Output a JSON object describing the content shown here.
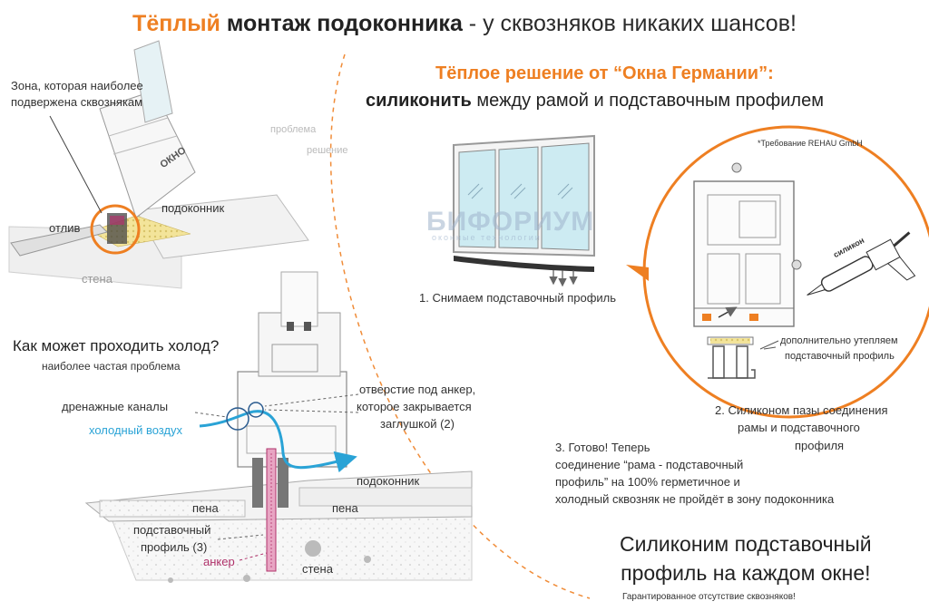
{
  "title": {
    "part1": "Тёплый",
    "part2": "монтаж подоконника",
    "part3": " - у сквозняков никаких шансов!"
  },
  "top_left": {
    "zone_label_line1": "Зона, которая наиболее",
    "zone_label_line2": "подвержена сквознякам",
    "window_label": "ОКНО",
    "sill_label": "подоконник",
    "drip_label": "отлив",
    "wall_label": "стена",
    "problem_label": "проблема",
    "solution_label": "решение"
  },
  "watermark": {
    "brand": "БИФОРИУМ",
    "sub": "оконные технологии"
  },
  "solution": {
    "heading": "Тёплое решение от “Окна Германии”:",
    "line_bold": "силиконить",
    "line_rest": " между рамой и подставочным профилем",
    "requirement": "*Требование REHAU GmbH",
    "step1": "1. Снимаем подставочный профиль",
    "step2_line1": "2. Силиконом пазы соединения",
    "step2_line2": "рамы и подставочного",
    "step2_line3": "профиля",
    "extra_line1": "дополнительно утепляем",
    "extra_line2": "подставочный профиль",
    "gun_label": "силикон",
    "step3_line1": "3. Готово! Теперь",
    "step3_line2": "соединение “рама - подставочный",
    "step3_line3": "профиль” на 100% герметичное и",
    "step3_line4": "холодный сквозняк не пройдёт в зону подоконника"
  },
  "cold": {
    "question": "Как может проходить холод?",
    "sub": "наиболее частая проблема",
    "drain_label": "дренажные каналы",
    "cold_air_label": "холодный воздух",
    "anchor_hole_line1": "отверстие под анкер,",
    "anchor_hole_line2": "которое закрывается",
    "anchor_hole_line3": "заглушкой (2)",
    "sill_label": "подоконник",
    "foam_left": "пена",
    "foam_right": "пена",
    "profile_line1": "подставочный",
    "profile_line2": "профиль (3)",
    "anchor_label": "анкер",
    "wall_label": "стена"
  },
  "footer": {
    "line1": "Силиконим подставочный",
    "line2": "профиль на каждом окне!",
    "small": "Гарантированное отсутствие сквозняков!"
  },
  "colors": {
    "accent": "#ee7f22",
    "cold_air": "#2aa3d6",
    "anchor": "#b0336b",
    "glass": "#bfe4ef",
    "foam": "#f3e49a"
  }
}
